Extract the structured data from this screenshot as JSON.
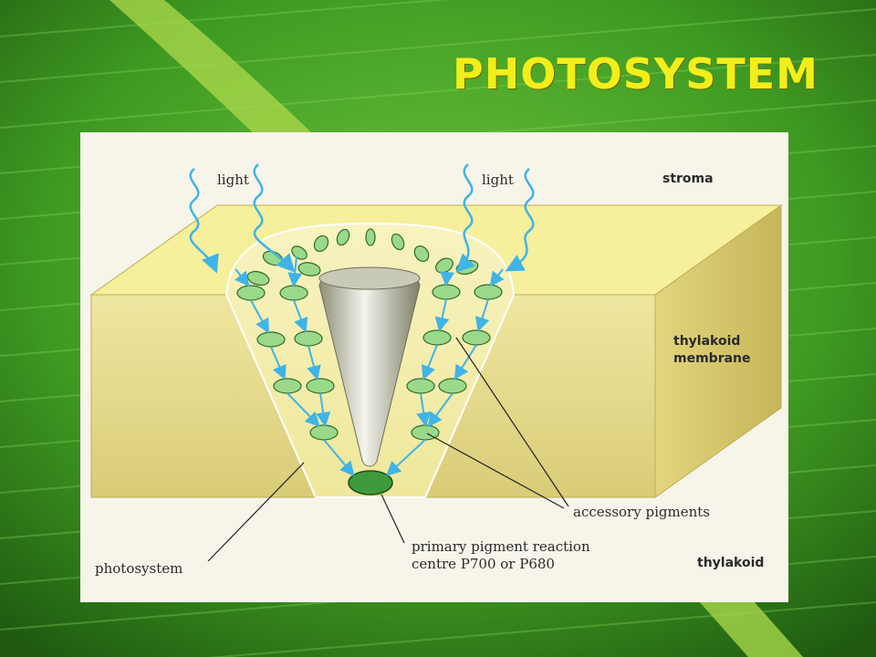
{
  "slide": {
    "title": "Photosystem",
    "title_color": "#f2ee1a",
    "background": "green banana leaf"
  },
  "diagram": {
    "labels": {
      "light_left": "light",
      "light_right": "light",
      "stroma": "stroma",
      "thylakoid_membrane_1": "thylakoid",
      "thylakoid_membrane_2": "membrane",
      "accessory_pigments": "accessory pigments",
      "photosystem": "photosystem",
      "reaction_centre_1": "primary pigment reaction",
      "reaction_centre_2": "centre P700 or P680",
      "thylakoid": "thylakoid"
    },
    "colors": {
      "membrane_top": "#f6ef9c",
      "membrane_front": "#e8df86",
      "membrane_side": "#d7ca6e",
      "pigment": "#9bd98a",
      "reaction_centre": "#3f9a3c",
      "light_wave": "#3fb4e6",
      "arrow": "#3fb4e6"
    }
  }
}
